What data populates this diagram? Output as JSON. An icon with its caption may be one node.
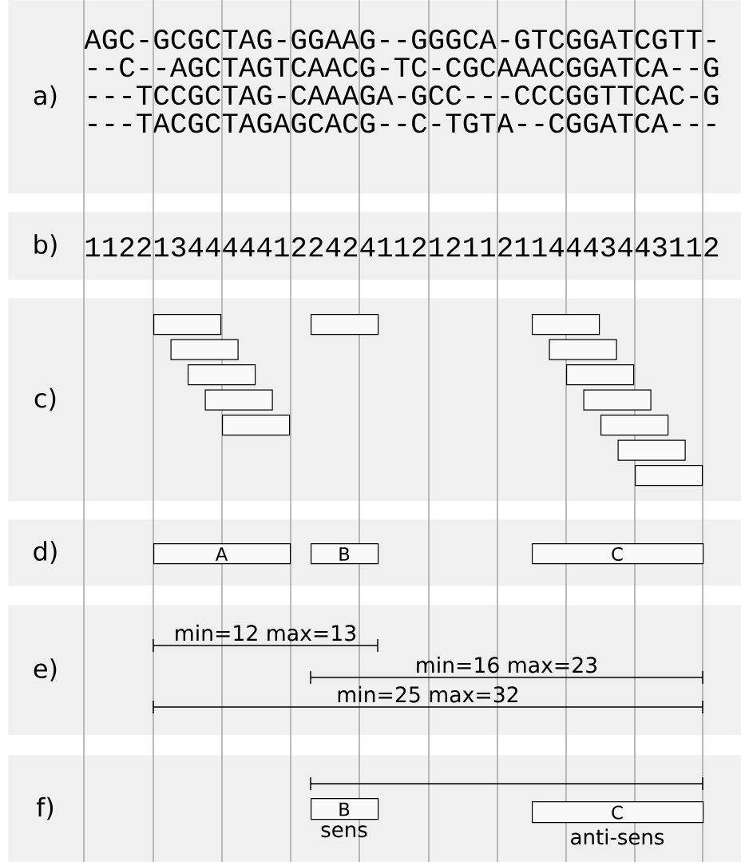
{
  "diagram": {
    "nodes": [
      {
        "text": [
          "a)",
          "AGC-GCGCTAG-GGAAG--GGGCA-GTCGGATCGTT-",
          "--C--AGCTAGTCAACG-TC-CGCAAACGGATCA--G",
          "---TCCGCTAG-CAAAGA-GCC---CCCGGTTCAC-G",
          "---TACGCTAGAGCACG--C-TGTA--CGGATCA---"
        ]
      },
      {
        "text": [
          "b)",
          "1122134444412242411212112114443443112"
        ]
      },
      {
        "text": [
          "c)"
        ]
      },
      {
        "text": [],
        "shape": "box",
        "in": 2
      },
      {
        "text": [],
        "shape": "box",
        "in": 2
      },
      {
        "text": [],
        "shape": "box",
        "in": 2
      },
      {
        "text": [],
        "shape": "box",
        "in": 2
      },
      {
        "text": [],
        "shape": "box",
        "in": 2
      },
      {
        "text": [],
        "shape": "box",
        "in": 2
      },
      {
        "text": [],
        "shape": "box",
        "in": 2
      },
      {
        "text": [],
        "shape": "box",
        "in": 2
      },
      {
        "text": [],
        "shape": "box",
        "in": 2
      },
      {
        "text": [],
        "shape": "box",
        "in": 2
      },
      {
        "text": [],
        "shape": "box",
        "in": 2
      },
      {
        "text": [],
        "shape": "box",
        "in": 2
      },
      {
        "text": [],
        "shape": "box",
        "in": 2
      },
      {
        "text": [
          "d)"
        ]
      },
      {
        "text": [
          "A"
        ],
        "in": 16
      },
      {
        "text": [
          "B"
        ],
        "in": 16
      },
      {
        "text": [
          "C"
        ],
        "in": 16
      },
      {
        "text": [
          "e)"
        ]
      },
      {
        "text": [
          "f)"
        ]
      },
      {
        "text": [
          "B"
        ],
        "in": 21,
        "beside": [
          "sens"
        ]
      },
      {
        "text": [
          "C"
        ],
        "in": 21,
        "beside": [
          "anti-sens"
        ]
      }
    ],
    "labels": [
      "min=12 max=13",
      "min=16 max=23",
      "min=25 max=32"
    ]
  }
}
